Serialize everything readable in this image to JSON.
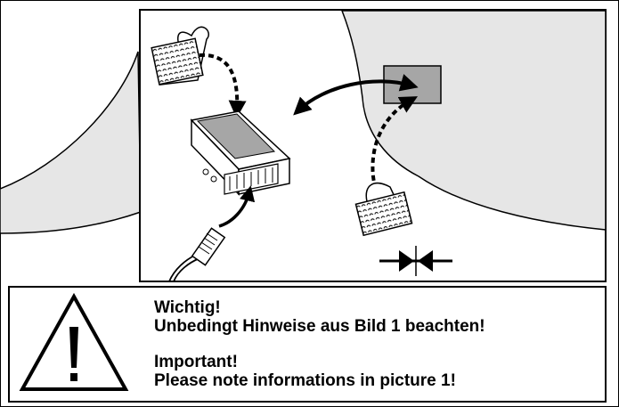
{
  "warning": {
    "de_title": "Wichtig!",
    "de_text": "Unbedingt Hinweise aus Bild 1 beachten!",
    "en_title": "Important!",
    "en_text": "Please note informations in picture 1!"
  },
  "icons": {
    "warning": "warning-triangle-icon",
    "compress": "press-together-icon"
  },
  "colors": {
    "line": "#000000",
    "panel_fill": "#e6e6e6",
    "label_fill": "#a6a6a6",
    "background": "#ffffff"
  }
}
